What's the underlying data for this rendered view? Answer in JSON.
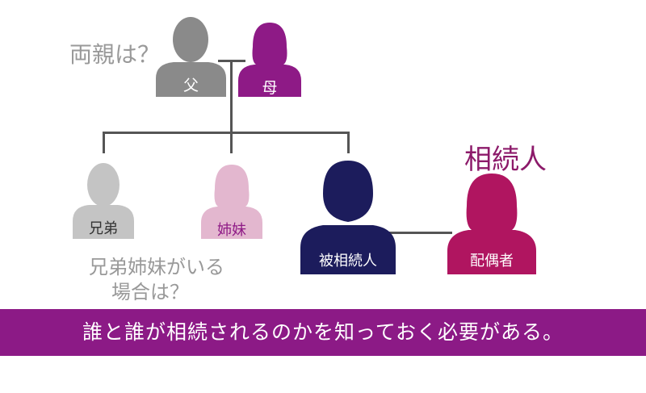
{
  "diagram": {
    "parents_question": "両親は？",
    "siblings_question_line1": "兄弟姉妹がいる",
    "siblings_question_line2": "場合は？",
    "heir_heading": "相続人",
    "banner": "誰と誰が相続されるのかを知っておく必要がある。",
    "people": {
      "father": {
        "label": "父",
        "color": "#8a8a8a"
      },
      "mother": {
        "label": "母",
        "color": "#8e1a86"
      },
      "brother": {
        "label": "兄弟",
        "color": "#c4c4c4"
      },
      "sister": {
        "label": "姉妹",
        "color": "#e3b7cf"
      },
      "deceased": {
        "label": "被相続人",
        "color": "#1c1c5c"
      },
      "spouse": {
        "label": "配偶者",
        "color": "#b01560"
      }
    }
  }
}
